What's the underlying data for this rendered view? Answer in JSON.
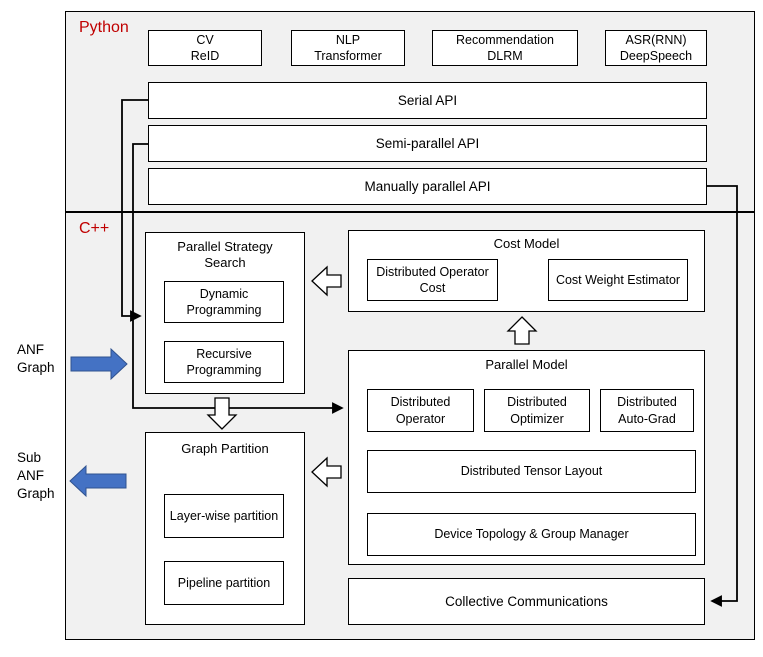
{
  "colors": {
    "section_bg": "#f1f1f1",
    "box_bg": "#ffffff",
    "border": "#000000",
    "accent_red": "#c00000",
    "arrow_blue": "#4472c4",
    "arrow_blue_edge": "#2f528f"
  },
  "python_section": {
    "label": "Python",
    "apps": [
      {
        "line1": "CV",
        "line2": "ReID"
      },
      {
        "line1": "NLP",
        "line2": "Transformer"
      },
      {
        "line1": "Recommendation",
        "line2": "DLRM"
      },
      {
        "line1": "ASR(RNN)",
        "line2": "DeepSpeech"
      }
    ],
    "apis": [
      {
        "label": "Serial API"
      },
      {
        "label": "Semi-parallel API"
      },
      {
        "label": "Manually parallel API"
      }
    ]
  },
  "cpp_section": {
    "label": "C++",
    "parallel_strategy_search": {
      "title": "Parallel Strategy Search",
      "items": [
        {
          "label": "Dynamic Programming"
        },
        {
          "label": "Recursive Programming"
        }
      ]
    },
    "cost_model": {
      "title": "Cost Model",
      "items": [
        {
          "label": "Distributed Operator Cost"
        },
        {
          "label": "Cost Weight Estimator"
        }
      ]
    },
    "parallel_model": {
      "title": "Parallel Model",
      "row_items": [
        {
          "label": "Distributed Operator"
        },
        {
          "label": "Distributed Optimizer"
        },
        {
          "label": "Distributed Auto-Grad"
        }
      ],
      "wide_items": [
        {
          "label": "Distributed Tensor Layout"
        },
        {
          "label": "Device Topology & Group Manager"
        }
      ]
    },
    "graph_partition": {
      "title": "Graph Partition",
      "items": [
        {
          "label": "Layer-wise partition"
        },
        {
          "label": "Pipeline partition"
        }
      ]
    },
    "collective_communications": {
      "label": "Collective Communications"
    }
  },
  "external": {
    "anf_graph": {
      "line1": "ANF",
      "line2": "Graph"
    },
    "sub_anf_graph": {
      "line1": "Sub",
      "line2": "ANF",
      "line3": "Graph"
    }
  }
}
